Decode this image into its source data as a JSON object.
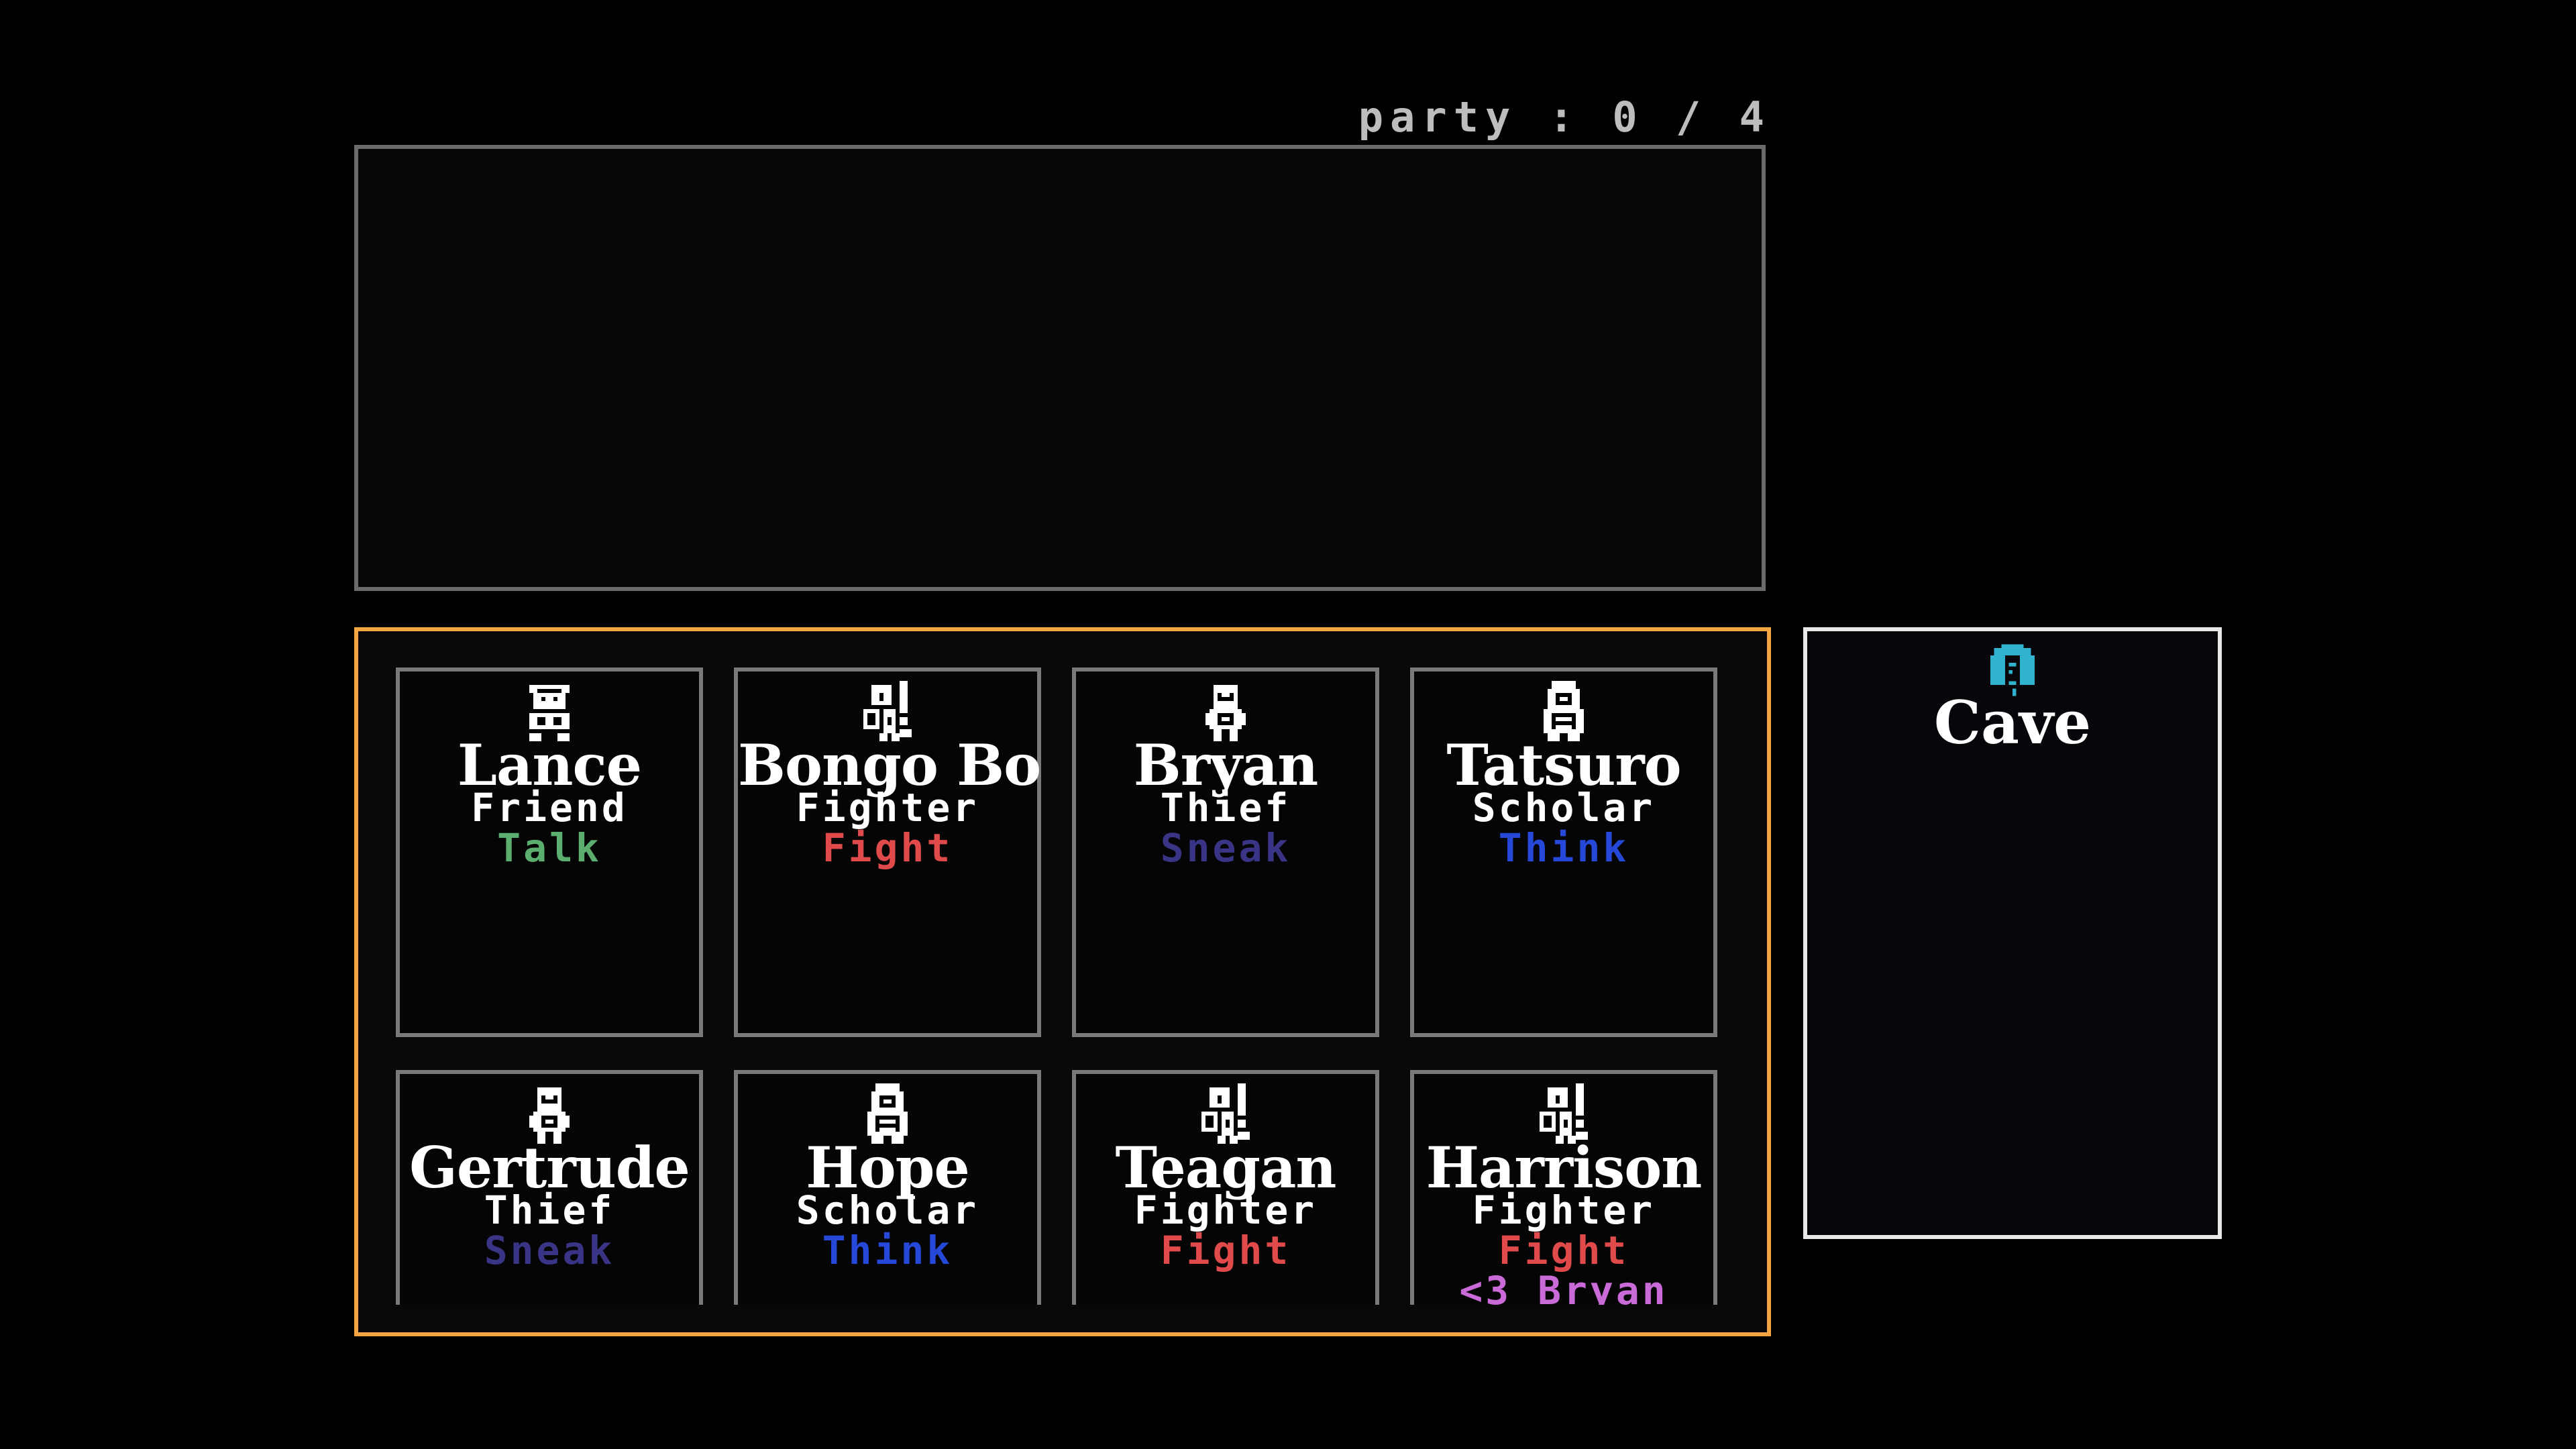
{
  "party": {
    "label": "party",
    "separator": ":",
    "current": "0",
    "slash": "/",
    "max": "4"
  },
  "roster": [
    {
      "name": "Lance",
      "class": "Friend",
      "skill": "Talk",
      "skill_color": "#5cae6e",
      "icon": "friend-sprite-icon"
    },
    {
      "name": "Bongo Bo",
      "class": "Fighter",
      "skill": "Fight",
      "skill_color": "#e04a4a",
      "icon": "fighter-sprite-icon"
    },
    {
      "name": "Bryan",
      "class": "Thief",
      "skill": "Sneak",
      "skill_color": "#3a3486",
      "icon": "thief-sprite-icon"
    },
    {
      "name": "Tatsuro",
      "class": "Scholar",
      "skill": "Think",
      "skill_color": "#2548d8",
      "icon": "scholar-sprite-icon"
    },
    {
      "name": "Gertrude",
      "class": "Thief",
      "skill": "Sneak",
      "skill_color": "#3a3486",
      "icon": "thief-sprite-icon"
    },
    {
      "name": "Hope",
      "class": "Scholar",
      "skill": "Think",
      "skill_color": "#2548d8",
      "icon": "scholar-sprite-icon"
    },
    {
      "name": "Teagan",
      "class": "Fighter",
      "skill": "Fight",
      "skill_color": "#e04a4a",
      "icon": "fighter-sprite-icon"
    },
    {
      "name": "Harrison",
      "class": "Fighter",
      "skill": "Fight",
      "skill_color": "#e04a4a",
      "icon": "fighter-sprite-icon",
      "relation": "<3 Bryan",
      "relation_color": "#c96ad8"
    }
  ],
  "location": {
    "name": "Cave",
    "icon": "cave-icon",
    "icon_color": "#2fb3cf"
  },
  "colors": {
    "roster_border": "#f2a540",
    "party_border": "#6b6b6b",
    "location_border": "#e8e8e8"
  }
}
